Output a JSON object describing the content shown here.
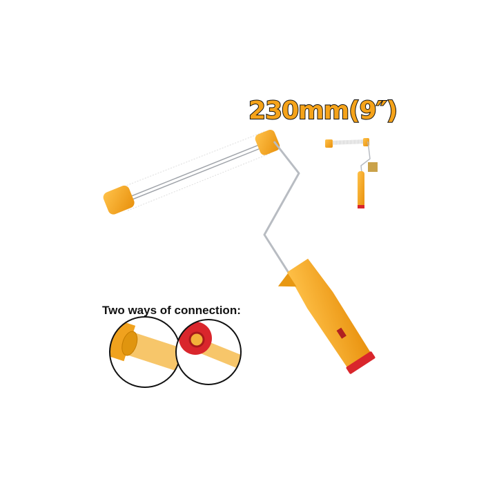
{
  "product": {
    "size_label": "230mm(9″)",
    "connection_label": "Two ways of connection:",
    "colors": {
      "body": "#f5a31a",
      "accent_red": "#d9262c",
      "wire": "#b8bcc2",
      "outline": "#111111"
    },
    "icons": [
      "paint-roller-frame",
      "roller-thumbnail",
      "connection-detail-cage",
      "connection-detail-threaded"
    ]
  }
}
